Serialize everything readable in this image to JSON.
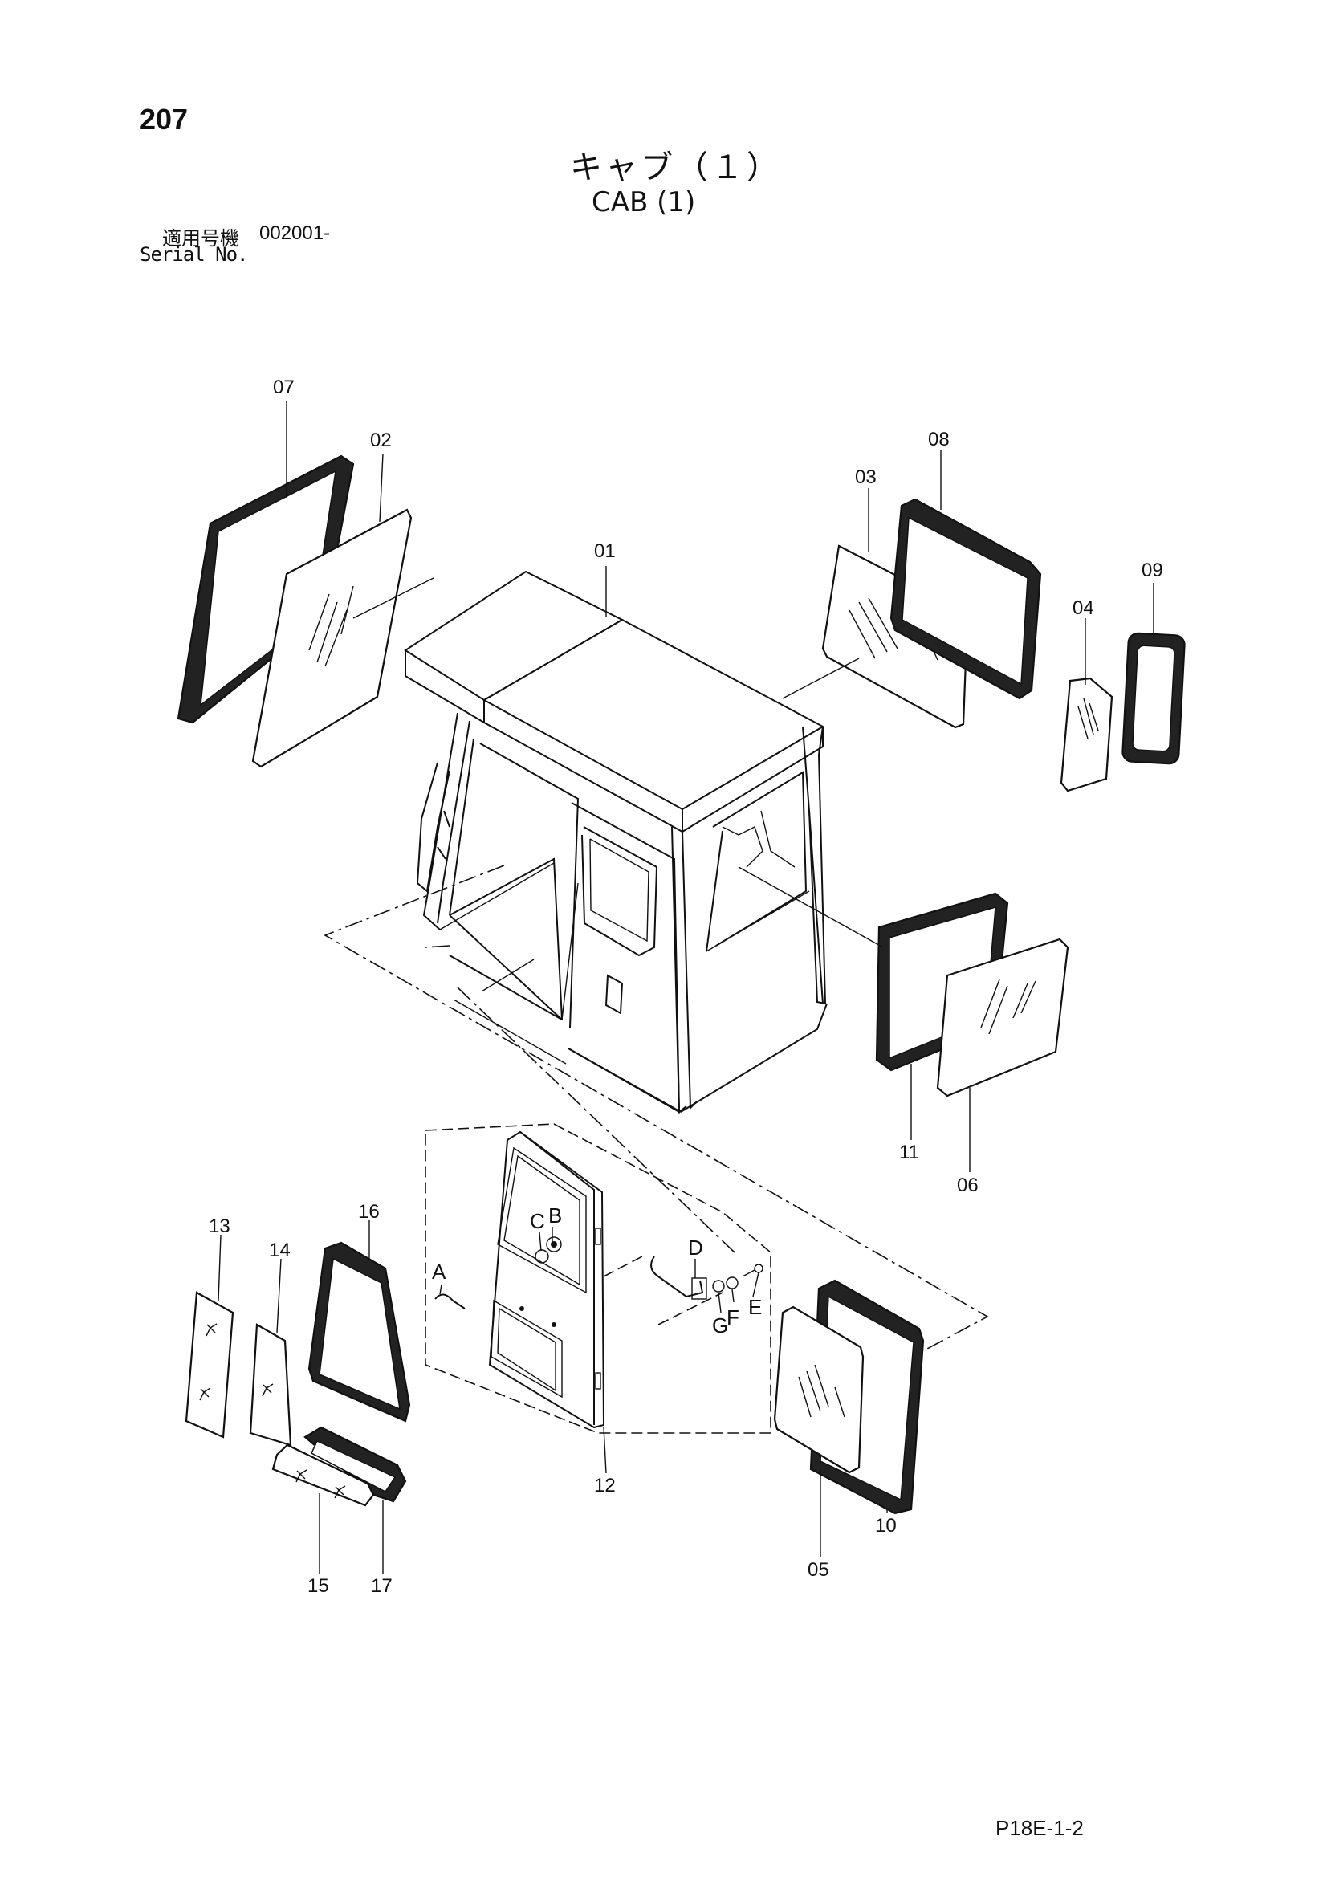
{
  "page": {
    "number": "207",
    "title_jp": "キャブ（１）",
    "title_en": "CAB (1)",
    "serial_label_jp": "適用号機",
    "serial_value": "002001-",
    "serial_label_en": "Serial No.",
    "code": "P18E-1-2"
  },
  "callouts": {
    "c01": "01",
    "c02": "02",
    "c03": "03",
    "c04": "04",
    "c05": "05",
    "c06": "06",
    "c07": "07",
    "c08": "08",
    "c09": "09",
    "c10": "10",
    "c11": "11",
    "c12": "12",
    "c13": "13",
    "c14": "14",
    "c15": "15",
    "c16": "16",
    "c17": "17"
  },
  "letters": {
    "a": "A",
    "b": "B",
    "c": "C",
    "d": "D",
    "e": "E",
    "f": "F",
    "g": "G"
  }
}
